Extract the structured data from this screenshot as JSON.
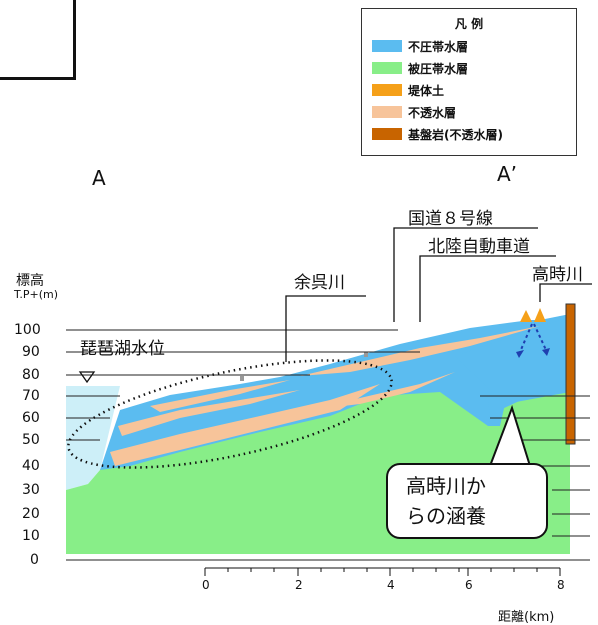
{
  "legend": {
    "title": "凡 例",
    "items": [
      {
        "label": "不圧帯水層",
        "color": "#5bbcf0"
      },
      {
        "label": "被圧帯水層",
        "color": "#88ee88"
      },
      {
        "label": "堤体土",
        "color": "#f5a019"
      },
      {
        "label": "不透水層",
        "color": "#f7c49a"
      },
      {
        "label": "基盤岩(不透水層)",
        "color": "#c86400"
      }
    ]
  },
  "section": {
    "start_label": "A",
    "end_label": "A’"
  },
  "annotations": {
    "route8": "国道８号線",
    "expressway": "北陸自動車道",
    "takatoki_river": "高時川",
    "yogo_river": "余呉川",
    "lake_level": "琵琶湖水位",
    "recharge": "高時川か\nらの涵養"
  },
  "axes": {
    "y_title_line1": "標高",
    "y_title_line2": "T.P+(m)",
    "y_ticks": [
      "100",
      "90",
      "80",
      "70",
      "60",
      "50",
      "40",
      "30",
      "20",
      "10",
      "0"
    ],
    "x_ticks": [
      "0",
      "2",
      "4",
      "6",
      "8"
    ],
    "x_title": "距離(km)"
  },
  "colors": {
    "unconfined": "#5bbcf0",
    "confined": "#88ee88",
    "embankment": "#f5a019",
    "impermeable": "#f7c49a",
    "bedrock": "#c86400",
    "lake": "#cdeff8"
  }
}
